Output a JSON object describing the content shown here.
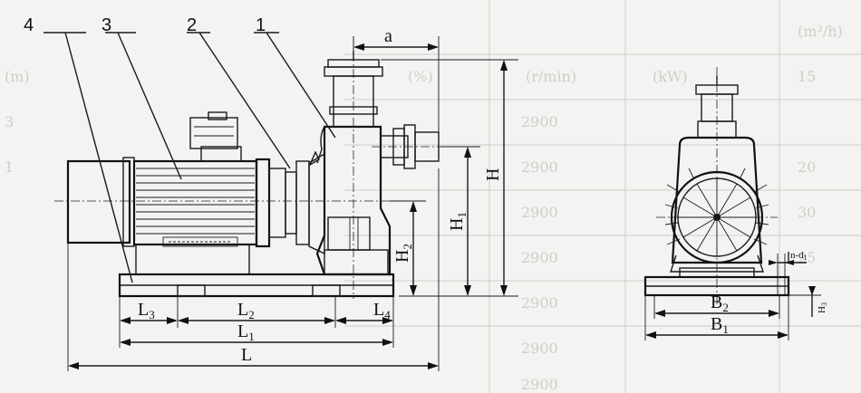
{
  "callouts": [
    "4",
    "3",
    "2",
    "1"
  ],
  "dimensions": {
    "a": "a",
    "H": "H",
    "H1": "H",
    "H1_sub": "1",
    "H2": "H",
    "H2_sub": "2",
    "H3": "H",
    "H3_sub": "3",
    "L": "L",
    "L1": "L",
    "L1_sub": "1",
    "L2": "L",
    "L2_sub": "2",
    "L3": "L",
    "L3_sub": "3",
    "L4": "L",
    "L4_sub": "4",
    "B1": "B",
    "B1_sub": "1",
    "B2": "B",
    "B2_sub": "2",
    "nd": "n-d",
    "nd_sub": "1"
  },
  "background_table": {
    "values": [
      "15",
      "20",
      "30",
      "25",
      "3",
      "1",
      "2900",
      "2900",
      "2900",
      "2900",
      "2900",
      "2900",
      "2900",
      "(m³/h)",
      "(kW)",
      "(%)",
      "(r/min)",
      "(m)"
    ]
  },
  "colors": {
    "ink": "#1a1a1a",
    "paper": "#f4f3f1",
    "ghost": "#cfcdc9"
  }
}
